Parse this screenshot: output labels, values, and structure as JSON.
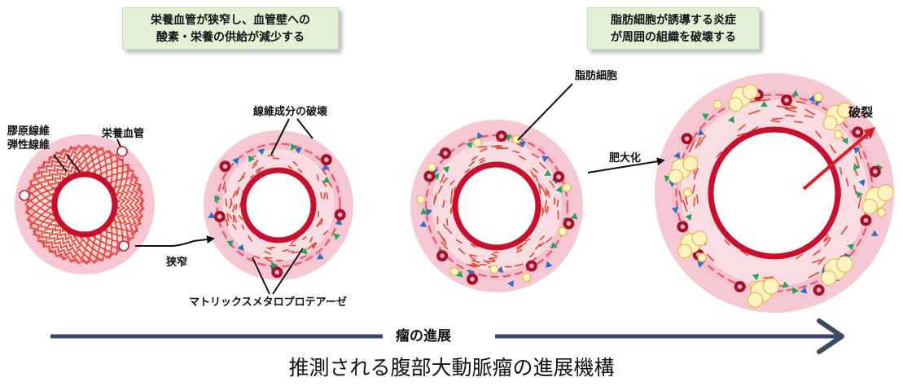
{
  "callouts": {
    "left": [
      "栄養血管が狭窄し、血管壁への",
      "酸素・栄養の供給が減少する"
    ],
    "right": [
      "脂肪細胞が誘導する炎症",
      "が周囲の組織を破壊する"
    ]
  },
  "labels": {
    "collagen": "膠原線維",
    "elastic": "弾性線維",
    "vasa_vasorum": "栄養血管",
    "fiber_destruction": "線維成分の破壊",
    "stenosis": "狭窄",
    "mmp": "マトリックスメタロプロテアーゼ",
    "adipocyte": "脂肪細胞",
    "hypertrophy": "肥大化",
    "rupture": "破裂"
  },
  "timeline": {
    "label": "瘤の進展"
  },
  "caption": "推測される腹部大動脈瘤の進展機構",
  "colors": {
    "outer_ring": "#f6c8d3",
    "inner_ring": "#f9dde3",
    "lumen_wall": "#c8102e",
    "fiber": "#e8412c",
    "callout_bg": "#e3f1d8",
    "arrow": "#3b4a63",
    "rupture_arrow": "#e11b22",
    "blue_cell": "#2e6fc6",
    "green_cell": "#22a55b",
    "red_cell": "#a8102a",
    "adipocyte": "#fff3c2"
  }
}
